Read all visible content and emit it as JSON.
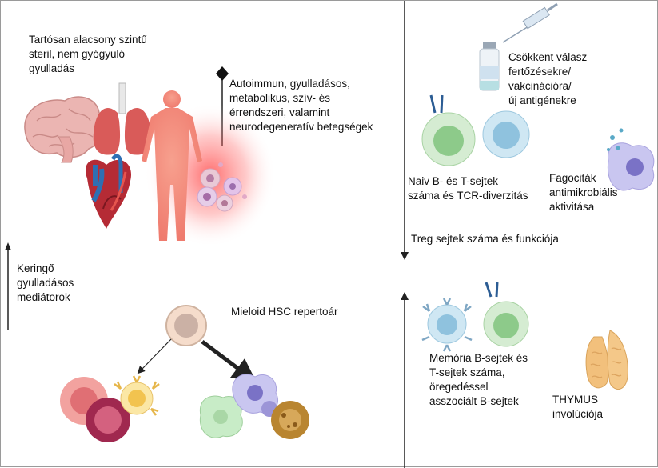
{
  "left": {
    "inflammation_title": "Tartósan alacsony szintű\nsteril, nem gyógyuló\ngyulladás",
    "diseases": "Autoimmun, gyulladásos,\nmetabolikus, szív- és\nérrendszeri, valamint\nneurodegeneratív betegségek",
    "mediators": "Keringő\ngyulladásos\nmediátorok",
    "myeloid": "Mieloid HSC repertoár"
  },
  "right": {
    "vaccine": "Csökkent válasz\nfertőzésekre/\nvakcinációra/\núj antigénekre",
    "naive": "Naiv B- és T-sejtek\nszáma és TCR-diverzitás",
    "phagocytes": "Fagociták\nantimikrobiális\naktivitása",
    "treg": "Treg sejtek száma és funkciója",
    "memory": "Memória B-sejtek és\nT-sejtek száma,\nöregedéssel\nasszociált B-sejtek",
    "thymus": "THYMUS\ninvolúciója"
  },
  "icons": [
    "brain-icon",
    "lungs-icon",
    "heart-icon",
    "human-body-icon",
    "inflamed-cells-icon",
    "syringe-icon",
    "vial-icon",
    "b-cell-icon",
    "t-cell-icon",
    "phagocyte-icon",
    "hsc-cell-icon",
    "myeloid-cells-icon",
    "thymus-icon"
  ],
  "colors": {
    "inflammation_glow": "#ff4a4a",
    "body": "#f28a7a",
    "brain": "#ebb5b2",
    "lungs": "#d95b59",
    "heart_red": "#b52b35",
    "heart_blue": "#2e6fb3",
    "cell_green": "#b9e0b7",
    "cell_teal": "#bfe0ef",
    "cell_lavender": "#c9c6f0",
    "thymus": "#f2c07c"
  }
}
